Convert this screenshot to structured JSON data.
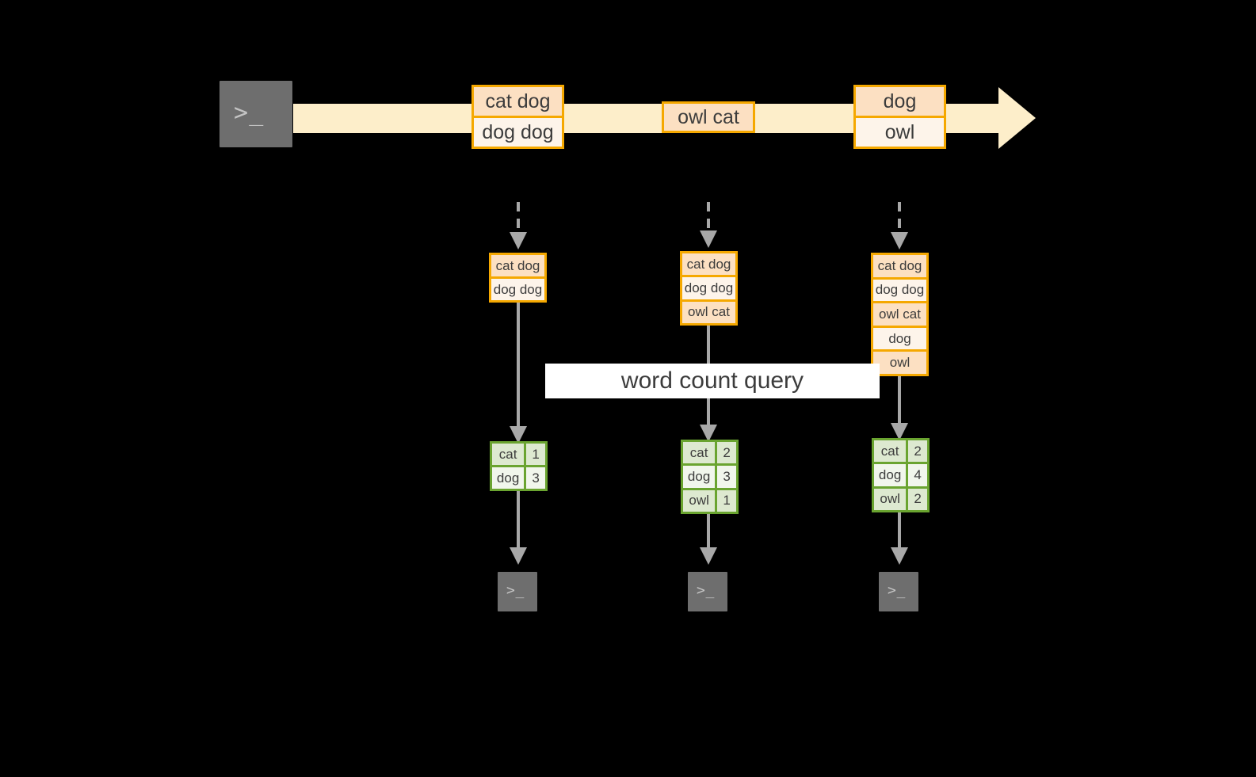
{
  "diagram": {
    "title_label": "word count query",
    "colors": {
      "stream_fill": "#fdeeca",
      "record_border": "#f5a800",
      "record_fill_dark": "#fce0c2",
      "record_fill_light": "#fdf4ea",
      "table_border": "#6aa430",
      "table_fill_dark": "#dde9d0",
      "table_fill_light": "#f1f6ec",
      "arrow_gray": "#a8a8a8",
      "terminal_fill": "#6e6e6e",
      "background": "#000000"
    },
    "producer_terminal": {
      "icon_name": "terminal-icon",
      "prompt_glyph": ">_"
    },
    "stream": {
      "arrow_name": "event-stream-arrow",
      "records": [
        {
          "id": "record-1",
          "lines": [
            "cat dog",
            "dog dog"
          ]
        },
        {
          "id": "record-2",
          "lines": [
            "owl cat"
          ]
        },
        {
          "id": "record-3",
          "lines": [
            "dog",
            "owl"
          ]
        }
      ]
    },
    "snapshots": [
      {
        "id": "snapshot-1",
        "lines": [
          "cat dog",
          "dog dog"
        ],
        "result": {
          "rows": [
            {
              "word": "cat",
              "count": "1"
            },
            {
              "word": "dog",
              "count": "3"
            }
          ]
        },
        "consumer": {
          "icon_name": "terminal-icon",
          "prompt_glyph": ">_"
        }
      },
      {
        "id": "snapshot-2",
        "lines": [
          "cat dog",
          "dog dog",
          "owl cat"
        ],
        "result": {
          "rows": [
            {
              "word": "cat",
              "count": "2"
            },
            {
              "word": "dog",
              "count": "3"
            },
            {
              "word": "owl",
              "count": "1"
            }
          ]
        },
        "consumer": {
          "icon_name": "terminal-icon",
          "prompt_glyph": ">_"
        }
      },
      {
        "id": "snapshot-3",
        "lines": [
          "cat dog",
          "dog dog",
          "owl cat",
          "dog",
          "owl"
        ],
        "result": {
          "rows": [
            {
              "word": "cat",
              "count": "2"
            },
            {
              "word": "dog",
              "count": "4"
            },
            {
              "word": "owl",
              "count": "2"
            }
          ]
        },
        "consumer": {
          "icon_name": "terminal-icon",
          "prompt_glyph": ">_"
        }
      }
    ]
  }
}
